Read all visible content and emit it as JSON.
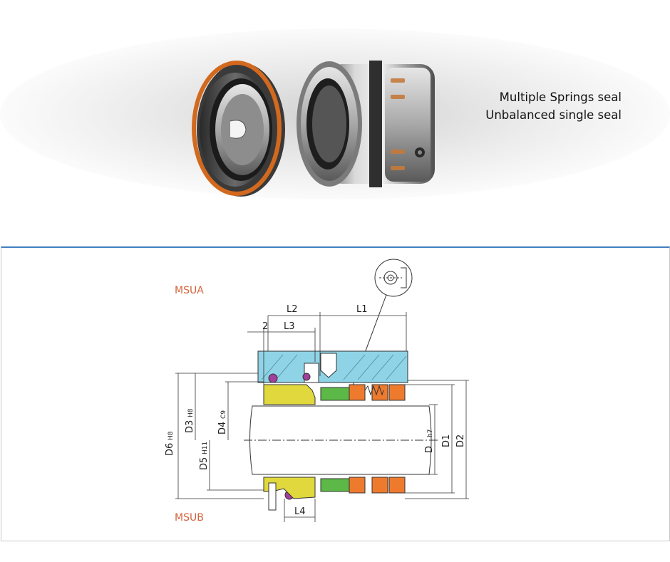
{
  "product": {
    "caption_line1": "Multiple Springs seal",
    "caption_line2": "Unbalanced single seal"
  },
  "drawing": {
    "variant_top": "MSUA",
    "variant_bottom": "MSUB",
    "dim": {
      "L1": "L1",
      "L2": "L2",
      "L3": "L3",
      "L4": "L4",
      "two": "2",
      "D": "D",
      "D_tol": "h7",
      "D1": "D1",
      "D2": "D2",
      "D3": "D3",
      "D3_tol": "H8",
      "D4": "D4",
      "D4_tol": "C9",
      "D5": "D5",
      "D5_tol": "H11",
      "D6": "D6",
      "D6_tol": "H8"
    },
    "colors": {
      "gland": "#8fd3e6",
      "seat": "#e0d83c",
      "green_ring": "#5cb847",
      "orange_part": "#ee7a2e",
      "oring": "#a23f9c",
      "variant_label": "#d2643c",
      "frame": "#3f7fc1"
    }
  }
}
